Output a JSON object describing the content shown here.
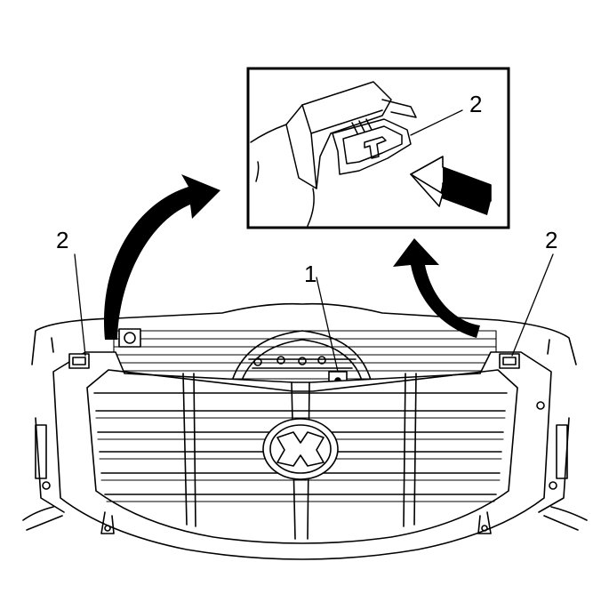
{
  "callouts": {
    "retainer": "1",
    "clip_left": "2",
    "clip_right": "2",
    "clip_detail": "2"
  },
  "colors": {
    "line": "#000000",
    "shade": "#d9d9d9",
    "background": "#ffffff"
  }
}
